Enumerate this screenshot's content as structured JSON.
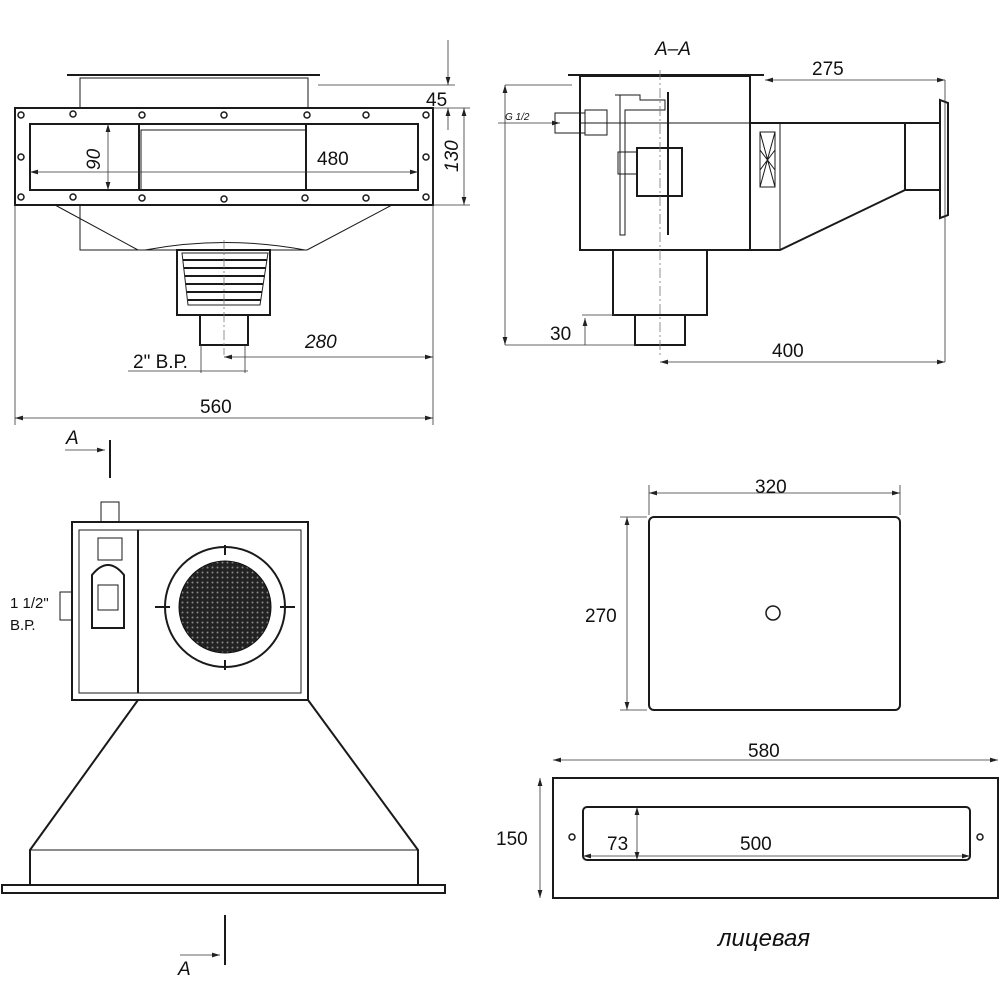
{
  "title_section": "А–А",
  "top_view": {
    "d45": "45",
    "d130": "130",
    "d90": "90",
    "d480": "480",
    "d280": "280",
    "pipe": "2\" В.Р.",
    "d560": "560"
  },
  "section_view": {
    "d275": "275",
    "g": "G 1/2",
    "d30": "30",
    "d400": "400"
  },
  "front_view": {
    "mark_top": "А",
    "mark_bottom": "А",
    "inlet": "1 1/2\"",
    "inlet_type": "В.Р."
  },
  "cover": {
    "d320": "320",
    "d270": "270"
  },
  "faceplate": {
    "d580": "580",
    "d150": "150",
    "d73": "73",
    "d500": "500",
    "caption": "лицевая"
  }
}
